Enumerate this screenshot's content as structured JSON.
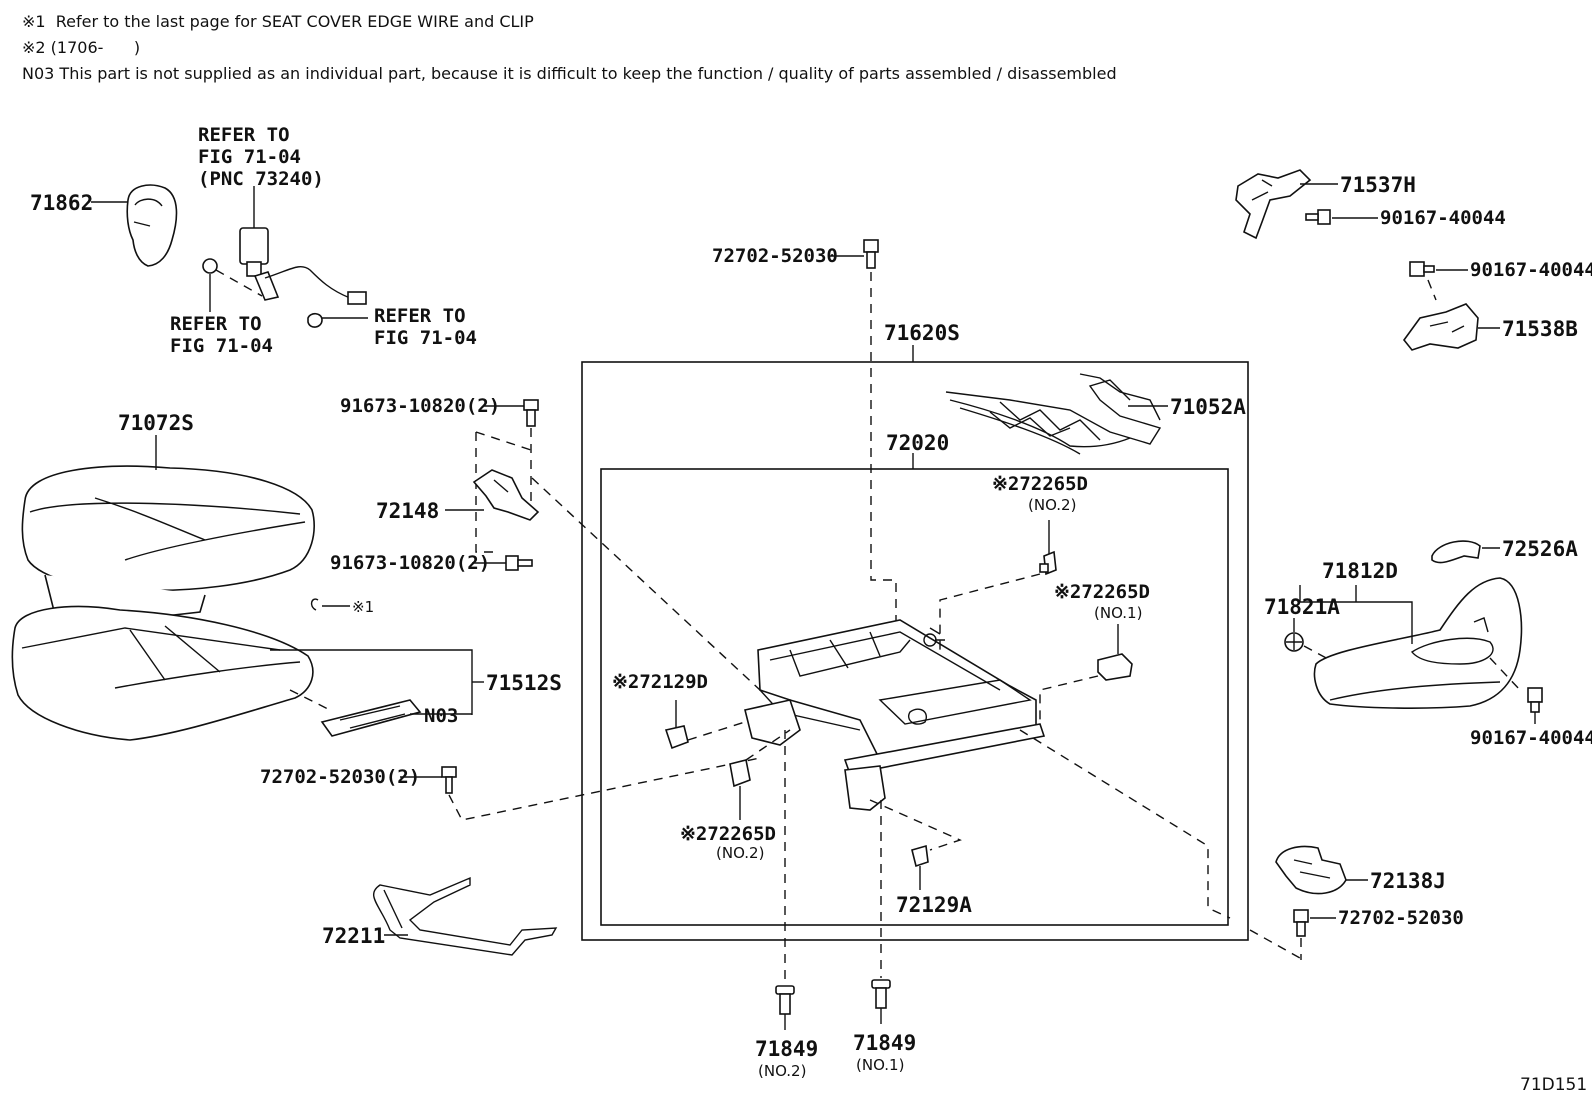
{
  "notes": [
    "※1  Refer to the last page for SEAT COVER EDGE WIRE and CLIP",
    "※2 (1706-      )",
    "N03 This part is not supplied as an individual part, because it is difficult to keep the function / quality of parts assembled / disassembled"
  ],
  "labels": {
    "p71862": "71862",
    "refer_fig_belt_1": "REFER TO",
    "refer_fig_belt_2": "FIG 71-04",
    "refer_fig_belt_3": "(PNC 73240)",
    "refer_bolt_1": "REFER TO",
    "refer_bolt_2": "FIG 71-04",
    "refer_conn_1": "REFER TO",
    "refer_conn_2": "FIG 71-04",
    "p71072S": "71072S",
    "note1_mark": "※1",
    "p71512S": "71512S",
    "pN03": "N03",
    "p72702_2": "72702-52030(2)",
    "p72211": "72211",
    "p91673_top": "91673-10820(2)",
    "p72148": "72148",
    "p91673_bot": "91673-10820(2)",
    "p72702_top": "72702-52030",
    "p71620S": "71620S",
    "p71052A": "71052A",
    "p72020": "72020",
    "p72265D_a": "※272265D",
    "p72265D_a_sub": "(NO.2)",
    "p72265D_b": "※272265D",
    "p72265D_b_sub": "(NO.1)",
    "p72129D": "※272129D",
    "p72265D_c": "※272265D",
    "p72265D_c_sub": "(NO.2)",
    "p72129A": "72129A",
    "p71849_2": "71849",
    "p71849_2_sub": "(NO.2)",
    "p71849_1": "71849",
    "p71849_1_sub": "(NO.1)",
    "p71537H": "71537H",
    "p90167_a": "90167-40044",
    "p90167_b": "90167-40044",
    "p71538B": "71538B",
    "p72526A": "72526A",
    "p71812D": "71812D",
    "p71821A": "71821A",
    "p90167_c": "90167-40044",
    "p72138J": "72138J",
    "p72702_right": "72702-52030",
    "fig_id": "71D151"
  }
}
